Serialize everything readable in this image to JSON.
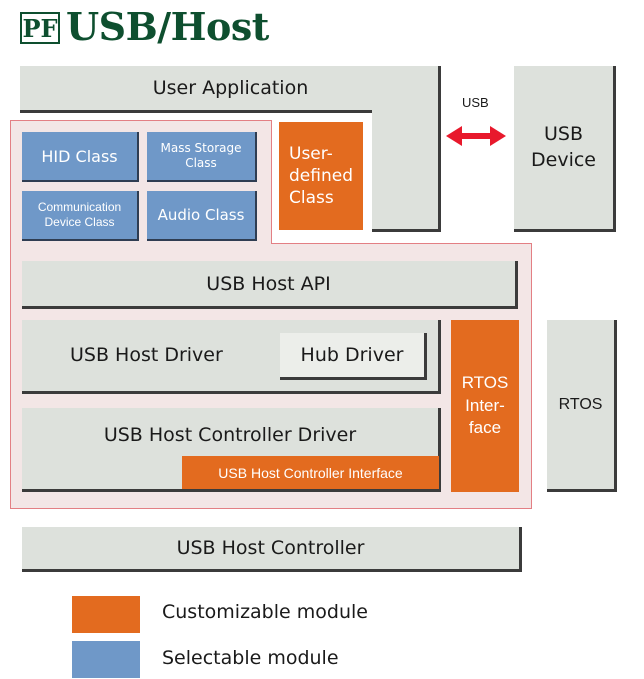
{
  "header": {
    "logo_text": "PF",
    "title": "USB/Host"
  },
  "boxes": {
    "user_application": "User Application",
    "usb_label": "USB",
    "usb_device": "USB\nDevice",
    "hid_class": "HID Class",
    "mass_storage_class": "Mass Storage\nClass",
    "communication_device_class": "Communication\nDevice Class",
    "audio_class": "Audio Class",
    "user_defined_class": "User-\ndefined\nClass",
    "usb_host_api": "USB Host API",
    "usb_host_driver": "USB Host Driver",
    "hub_driver": "Hub Driver",
    "rtos_interface": "RTOS\nInter-\nface",
    "rtos": "RTOS",
    "usb_host_controller_driver": "USB Host Controller Driver",
    "usb_host_controller_interface": "USB Host Controller Interface",
    "usb_host_controller": "USB Host Controller"
  },
  "legend": {
    "customizable": "Customizable module",
    "selectable": "Selectable module"
  },
  "colors": {
    "customizable": "#e36b1f",
    "selectable": "#6f98c8",
    "grey": "#dde1dc",
    "pink_region": "#f3e6e6",
    "arrow": "#e8192c"
  }
}
